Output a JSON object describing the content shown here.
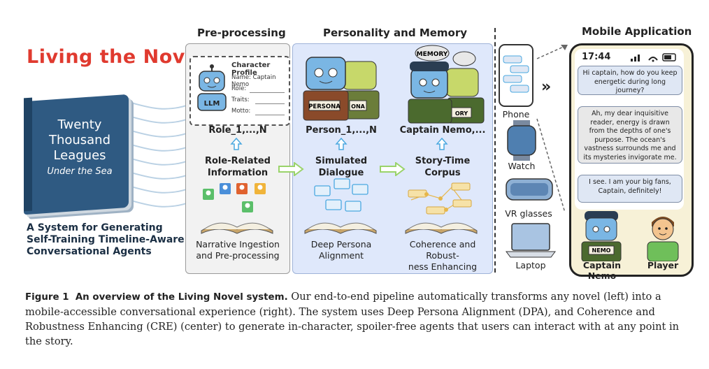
{
  "title": "Living the Novel",
  "book": {
    "line1": "Twenty",
    "line2": "Thousand",
    "line3": "Leagues",
    "line4": "Under the Sea"
  },
  "tagline": {
    "line1": "A System for Generating",
    "line2": "Self-Training Timeline-Aware",
    "line3": "Conversational Agents"
  },
  "preprocessing": {
    "title": "Pre-processing",
    "profile": {
      "title": "Character Profile",
      "name": "Name: Captain Nemo",
      "role": "Role:",
      "traits": "Traits:",
      "motto": "Motto:",
      "llm": "LLM"
    },
    "output": "Role_1,...,N",
    "stage_line1": "Role-Related",
    "stage_line2": "Information",
    "bottom_line1": "Narrative Ingestion",
    "bottom_line2": "and Pre-processing"
  },
  "personality": {
    "title": "Personality and Memory",
    "persona_badge": "PERSONA",
    "persona_badge2": "ONA",
    "memory_label": "MEMORY",
    "memory_label2": "ORY",
    "col1_output": "Person_1,...,N",
    "col1_stage_line1": "Simulated",
    "col1_stage_line2": "Dialogue",
    "col1_bottom_line1": "Deep Persona",
    "col1_bottom_line2": "Alignment",
    "col2_output": "Captain Nemo,...",
    "col2_stage_line1": "Story-Time",
    "col2_stage_line2": "Corpus",
    "col2_bottom_line1": "Coherence and Robust-",
    "col2_bottom_line2": "ness Enhancing"
  },
  "devices": {
    "phone": "Phone",
    "watch": "Watch",
    "vr": "VR glasses",
    "laptop": "Laptop"
  },
  "mobile": {
    "title": "Mobile Application",
    "time": "17:44",
    "msg1": "Hi captain, how do you keep energetic during long journey?",
    "msg2": "Ah, my dear inquisitive reader, energy is drawn from the depths of one's purpose. The ocean's vastness surrounds me and its mysteries invigorate me.",
    "msg3": "I see. I am your big fans, Captain, definitely!",
    "nemo_badge": "NEMO",
    "captain_label": "Captain Nemo",
    "player_label": "Player"
  },
  "caption": {
    "fig": "Figure 1",
    "fig_title": "An overview of the Living Novel system.",
    "text": " Our end-to-end pipeline automatically transforms any novel (left) into a mobile-accessible conversational experience (right). The system uses Deep Persona Alignment (DPA), and Coherence and Robustness Enhancing (CRE) (center) to generate in-character, spoiler-free agents that users can interact with at any point in the story."
  },
  "colors": {
    "title_red": "#e03a2f",
    "book_blue": "#2f5a82",
    "arrow_green": "#9ad36a",
    "arrow_blue": "#4aa8e0",
    "panel_blue": "#dfe8fb"
  }
}
